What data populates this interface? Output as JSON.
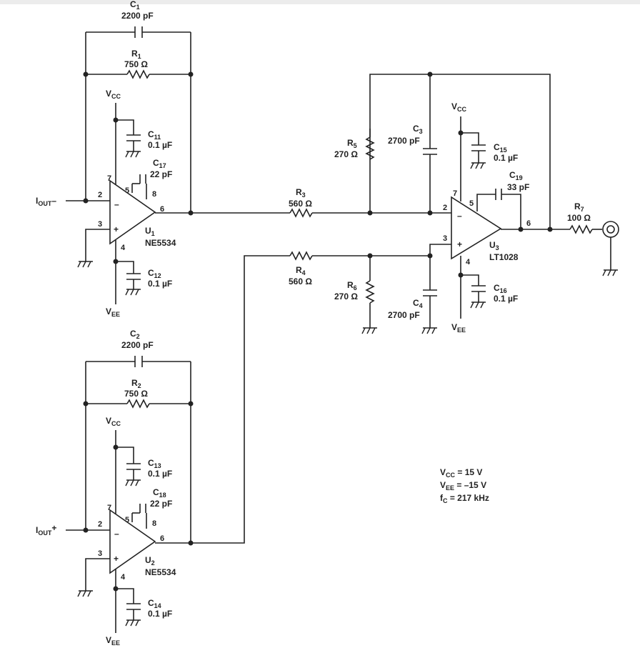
{
  "colors": {
    "wire": "#222222",
    "background": "#ffffff"
  },
  "components": {
    "C1": {
      "name": "C",
      "sub": "1",
      "value": "2200 pF"
    },
    "R1": {
      "name": "R",
      "sub": "1",
      "value": "750 Ω"
    },
    "C2": {
      "name": "C",
      "sub": "2",
      "value": "2200 pF"
    },
    "R2": {
      "name": "R",
      "sub": "2",
      "value": "750 Ω"
    },
    "C11": {
      "name": "C",
      "sub": "11",
      "value": "0.1 µF"
    },
    "C12": {
      "name": "C",
      "sub": "12",
      "value": "0.1 µF"
    },
    "C13": {
      "name": "C",
      "sub": "13",
      "value": "0.1 µF"
    },
    "C14": {
      "name": "C",
      "sub": "14",
      "value": "0.1 µF"
    },
    "C15": {
      "name": "C",
      "sub": "15",
      "value": "0.1 µF"
    },
    "C16": {
      "name": "C",
      "sub": "16",
      "value": "0.1 µF"
    },
    "C17": {
      "name": "C",
      "sub": "17",
      "value": "22 pF"
    },
    "C18": {
      "name": "C",
      "sub": "18",
      "value": "22 pF"
    },
    "C19": {
      "name": "C",
      "sub": "19",
      "value": "33 pF"
    },
    "R3": {
      "name": "R",
      "sub": "3",
      "value": "560 Ω"
    },
    "R4": {
      "name": "R",
      "sub": "4",
      "value": "560 Ω"
    },
    "R5": {
      "name": "R",
      "sub": "5",
      "value": "270 Ω"
    },
    "R6": {
      "name": "R",
      "sub": "6",
      "value": "270 Ω"
    },
    "C3": {
      "name": "C",
      "sub": "3",
      "value": "2700 pF"
    },
    "C4": {
      "name": "C",
      "sub": "4",
      "value": "2700 pF"
    },
    "R7": {
      "name": "R",
      "sub": "7",
      "value": "100 Ω"
    }
  },
  "opamps": {
    "U1": {
      "name": "U",
      "sub": "1",
      "part": "NE5534",
      "minus": "–",
      "plus": "+"
    },
    "U2": {
      "name": "U",
      "sub": "2",
      "part": "NE5534",
      "minus": "–",
      "plus": "+"
    },
    "U3": {
      "name": "U",
      "sub": "3",
      "part": "LT1028",
      "minus": "–",
      "plus": "+"
    }
  },
  "pins": {
    "u1": {
      "p2": "2",
      "p3": "3",
      "p4": "4",
      "p5": "5",
      "p6": "6",
      "p7": "7",
      "p8": "8"
    },
    "u2": {
      "p2": "2",
      "p3": "3",
      "p4": "4",
      "p5": "5",
      "p6": "6",
      "p7": "7",
      "p8": "8"
    },
    "u3": {
      "p2": "2",
      "p3": "3",
      "p4": "4",
      "p5": "5",
      "p6": "6",
      "p7": "7"
    }
  },
  "rails": {
    "vcc": "V",
    "vcc_sub": "CC",
    "vee": "V",
    "vee_sub": "EE"
  },
  "inputs": {
    "iout_minus": {
      "main": "I",
      "sub": "OUT",
      "sign": "–"
    },
    "iout_plus": {
      "main": "I",
      "sub": "OUT",
      "sign": "+"
    }
  },
  "notes": {
    "vcc": {
      "main": "V",
      "sub": "CC",
      "rest": " = 15 V"
    },
    "vee": {
      "main": "V",
      "sub": "EE",
      "rest": " = –15 V"
    },
    "fc": {
      "main": "f",
      "sub": "C",
      "rest": " = 217 kHz"
    }
  }
}
